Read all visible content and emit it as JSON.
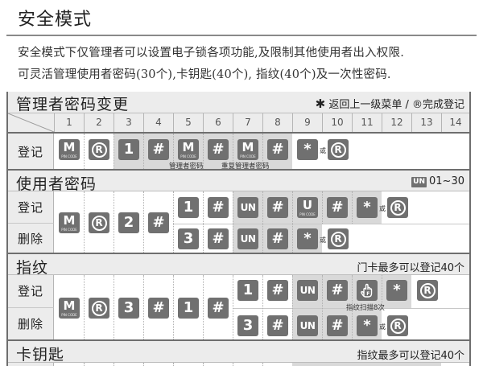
{
  "page": {
    "title": "安全模式",
    "description_lines": [
      "安全模式下仅管理者可以设置电子锁各项功能,及限制其他使用者出入权限.",
      "可灵活管理使用者密码(30个),卡钥匙(40个), 指纹(40个)及一次性密码."
    ]
  },
  "table": {
    "column_numbers": [
      "1",
      "2",
      "3",
      "4",
      "5",
      "6",
      "7",
      "8",
      "9",
      "10",
      "11",
      "12",
      "13",
      "14"
    ],
    "sections": [
      {
        "title": "管理者密码变更",
        "note": "返回上一级菜单 / ®完成登记",
        "note_icon": "asterisk-icon",
        "rows": [
          {
            "label": "登记",
            "keys": [
              "M",
              "®",
              "1",
              "#",
              "M",
              "#",
              "M",
              "#",
              "*",
              "或",
              "®"
            ],
            "captions": [
              "管理者密码",
              "重复管理者密码"
            ]
          }
        ]
      },
      {
        "title": "使用者密码",
        "note_badge": "UN",
        "note": "01~30",
        "shared_keys": [
          "M",
          "®",
          "2",
          "#"
        ],
        "rows": [
          {
            "label": "登记",
            "keys": [
              "1",
              "#",
              "UN",
              "#",
              "U",
              "#",
              "*",
              "或",
              "®"
            ]
          },
          {
            "label": "删除",
            "keys": [
              "3",
              "#",
              "UN",
              "#",
              "*",
              "或",
              "®"
            ]
          }
        ]
      },
      {
        "title": "指纹",
        "note": "门卡最多可以登记40个",
        "shared_keys": [
          "M",
          "®",
          "3",
          "#",
          "1",
          "#"
        ],
        "rows": [
          {
            "label": "登记",
            "keys": [
              "1",
              "#",
              "UN",
              "#",
              "fingerprint",
              "*",
              "®"
            ],
            "caption": "指纹扫描8次"
          },
          {
            "label": "删除",
            "keys": [
              "3",
              "#",
              "UN",
              "#",
              "*",
              "或",
              "®"
            ]
          }
        ]
      },
      {
        "title": "卡钥匙",
        "note": "指纹最多可以登记40个"
      }
    ]
  },
  "key_labels": {
    "m": "M",
    "pin_code": "PIN CODE",
    "u": "U",
    "r": "R",
    "hash": "#",
    "star": "*",
    "un": "UN",
    "or": "或",
    "d1": "1",
    "d2": "2",
    "d3": "3"
  },
  "colors": {
    "key_fill": "#707070",
    "shade": "#d9d9d9",
    "header_bg": "#ececec",
    "border": "#6e6e6e"
  }
}
